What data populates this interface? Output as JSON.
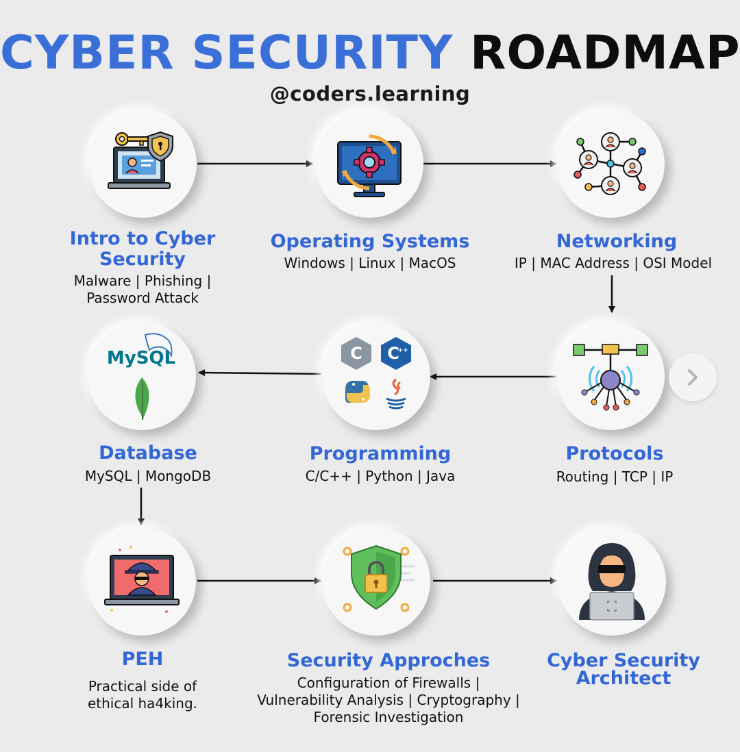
{
  "title": {
    "part1": "CYBER SECURITY",
    "part2": "ROADMAP"
  },
  "handle": "@coders.learning",
  "steps": [
    {
      "label": "Intro to Cyber\nSecurity",
      "sub": "Malware | Phishing |\nPassword Attack",
      "icon": "laptop-key-shield-icon"
    },
    {
      "label": "Operating Systems",
      "sub": "Windows | Linux | MacOS",
      "icon": "monitor-gear-icon"
    },
    {
      "label": "Networking",
      "sub": "IP | MAC Address | OSI Model",
      "icon": "network-people-icon"
    },
    {
      "label": "Protocols",
      "sub": "Routing | TCP | IP",
      "icon": "protocol-hub-icon"
    },
    {
      "label": "Programming",
      "sub": "C/C++ | Python | Java",
      "icon": "programming-languages-icon"
    },
    {
      "label": "Database",
      "sub": "MySQL | MongoDB",
      "icon": "database-logos-icon"
    },
    {
      "label": "PEH",
      "sub": "Practical side of\nethical ha4king.",
      "icon": "hacker-laptop-icon"
    },
    {
      "label": "Security Approches",
      "sub": "Configuration of Firewalls |\nVulnerability Analysis | Cryptography |\nForensic Investigation",
      "icon": "shield-lock-icon"
    },
    {
      "label": "Cyber Security\nArchitect",
      "sub": "",
      "icon": "hooded-hacker-icon"
    }
  ],
  "db_logo_text": "MySQL",
  "colors": {
    "accent": "#3367d6",
    "title_blue": "#3a6fd8",
    "background": "#ebebeb"
  }
}
